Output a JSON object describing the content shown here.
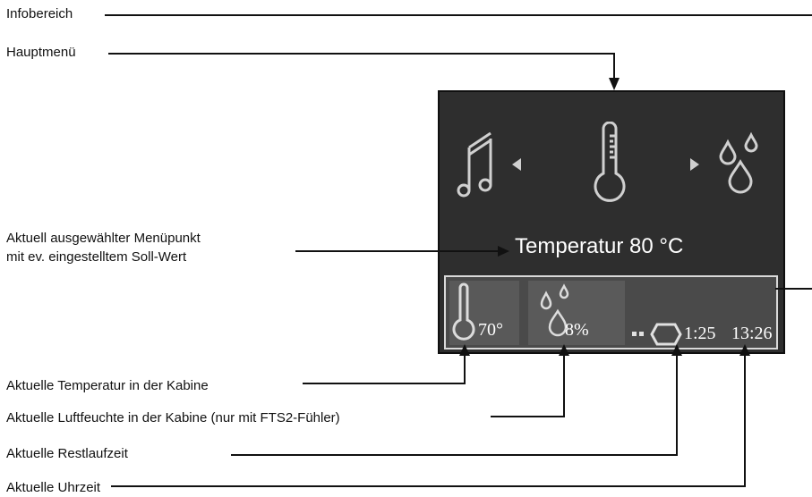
{
  "labels": {
    "infobereich": "Infobereich",
    "hauptmenue": "Hauptmenü",
    "auswahl_line1": "Aktuell ausgewählter Menüpunkt",
    "auswahl_line2": "mit ev. eingestelltem Soll-Wert",
    "temperatur": "Aktuelle Temperatur in der Kabine",
    "luftfeuchte": "Aktuelle Luftfeuchte in der Kabine (nur mit FTS2-Fühler)",
    "restlaufzeit": "Aktuelle Restlaufzeit",
    "uhrzeit": "Aktuelle Uhrzeit"
  },
  "display": {
    "selected_item": "Temperatur 80 °C",
    "menu_icons": [
      "music-icon",
      "thermometer-icon",
      "humidity-icon"
    ],
    "status": {
      "temperature": "70°",
      "humidity": "8%",
      "remaining_time": "1:25",
      "clock": "13:26"
    }
  },
  "colors": {
    "panel_background": "#2e2e2e",
    "status_background": "#4a4a4a",
    "text": "#ffffff"
  }
}
